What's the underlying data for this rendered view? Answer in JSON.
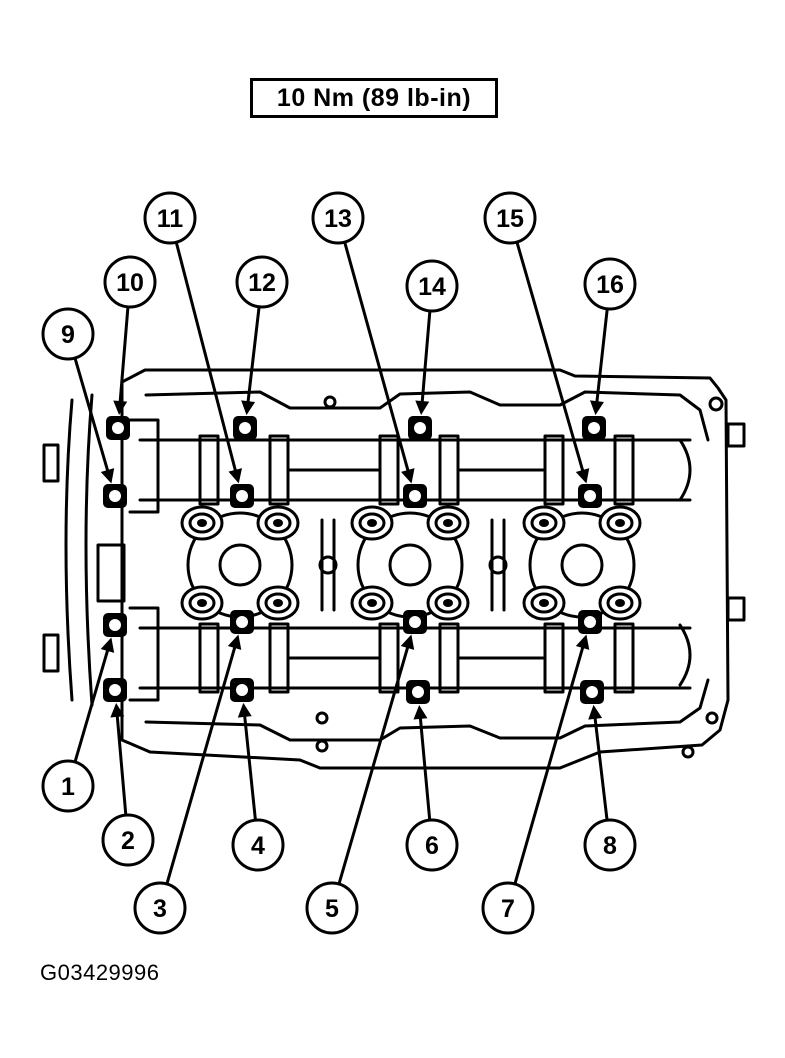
{
  "torque_spec": "10 Nm (89 lb-in)",
  "figure_code": "G03429996",
  "callouts": [
    "1",
    "2",
    "3",
    "4",
    "5",
    "6",
    "7",
    "8",
    "9",
    "10",
    "11",
    "12",
    "13",
    "14",
    "15",
    "16"
  ]
}
